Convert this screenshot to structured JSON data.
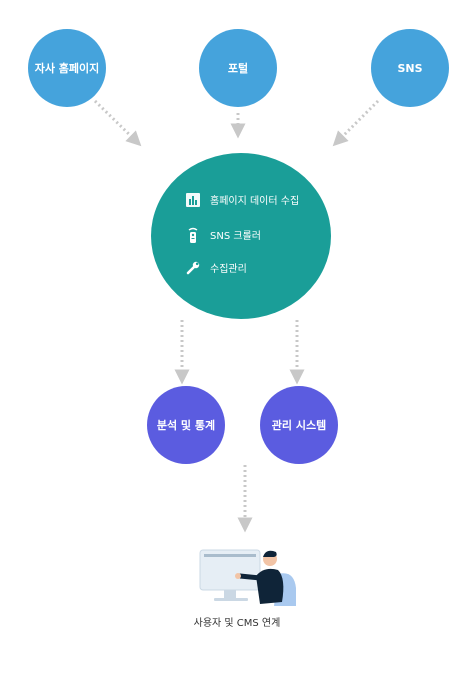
{
  "sources": [
    {
      "label": "자사 홈페이지"
    },
    {
      "label": "포털"
    },
    {
      "label": "SNS"
    }
  ],
  "hub": {
    "items": [
      {
        "label": "홈페이지 데이터 수집",
        "icon": "bar-chart-icon"
      },
      {
        "label": "SNS 크롤러",
        "icon": "remote-icon"
      },
      {
        "label": "수집관리",
        "icon": "wrench-icon"
      }
    ]
  },
  "outputs": [
    {
      "label": "분석 및 통계"
    },
    {
      "label": "관리 시스템"
    }
  ],
  "footer": {
    "caption": "사용자 및 CMS 연계"
  },
  "colors": {
    "source_circle": "#45a3dc",
    "hub_circle": "#1a9e98",
    "output_circle": "#5b5ce0",
    "arrow": "#c8c8c8"
  }
}
